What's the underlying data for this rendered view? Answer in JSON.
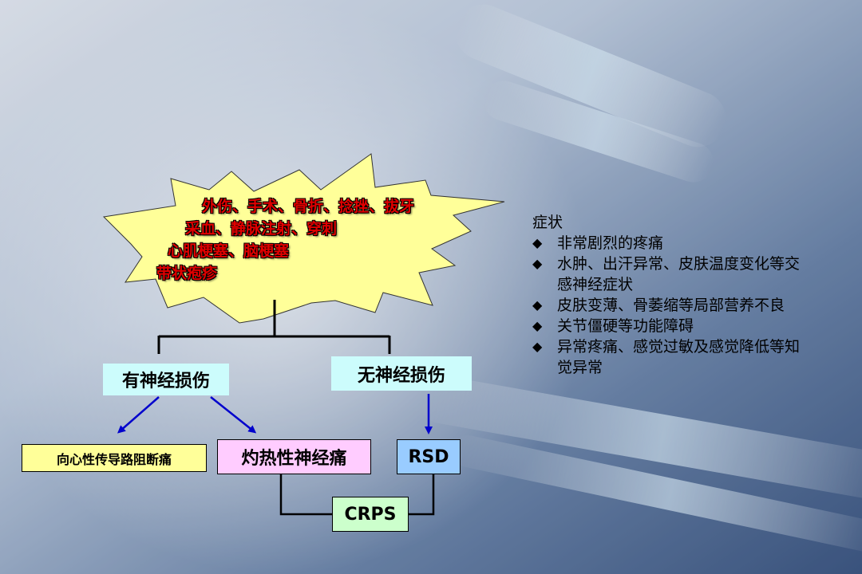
{
  "causes": [
    "外伤、手术、骨折、捻挫、拔牙",
    "采血、静脉注射、穿刺",
    "心肌梗塞、脑梗塞",
    "带状疱疹"
  ],
  "branches": {
    "with_nerve_injury": "有神经损伤",
    "without_nerve_injury": "无神经损伤"
  },
  "outcomes": {
    "centripetal_block_pain": "向心性传导路阻断痛",
    "causalgia": "灼热性神经痛",
    "rsd": "RSD",
    "crps": "CRPS"
  },
  "symptoms": {
    "title": "症状",
    "items": [
      "非常剧烈的疼痛",
      "水肿、出汗异常、皮肤温度变化等交感神经症状",
      "皮肤变薄、骨萎缩等局部营养不良",
      "关节僵硬等功能障碍",
      "异常疼痛、感觉过敏及感觉降低等知觉异常"
    ],
    "bullet": "◆"
  },
  "colors": {
    "starburst_fill": "#ffff99",
    "cause_text": "#e00000",
    "arrow": "#0000cc",
    "branch_box": "#ccfcfc",
    "ccp_box": "#ffff99",
    "causalgia_box": "#ffccff",
    "rsd_box": "#99ccff",
    "crps_box": "#ccffcc"
  }
}
